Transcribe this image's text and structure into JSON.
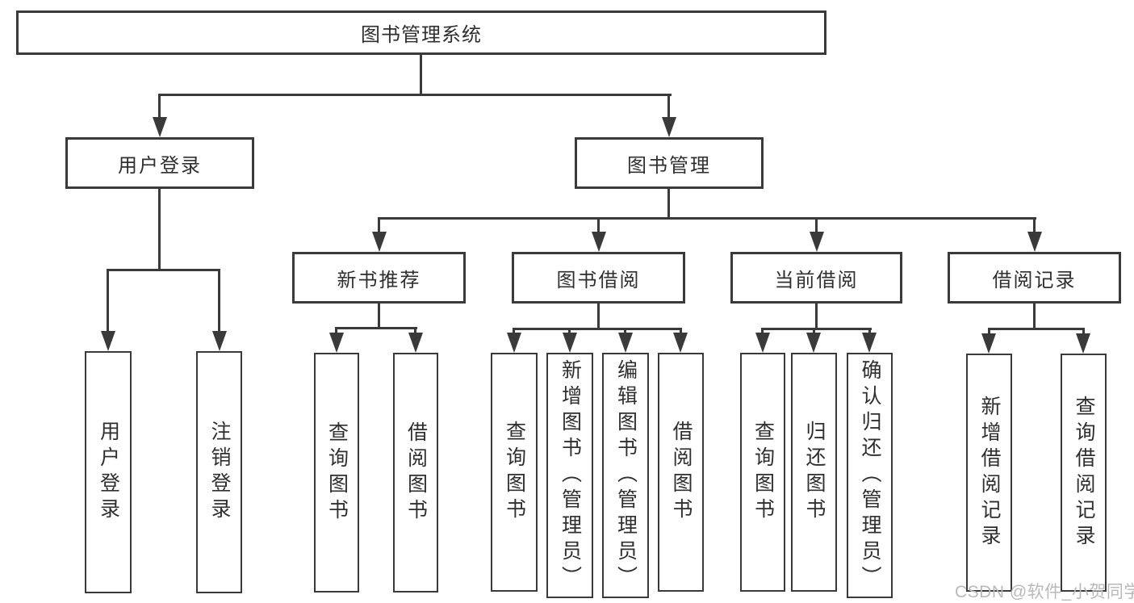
{
  "page": {
    "background": "#ffffff",
    "watermark": "CSDN @软件_小贺同学",
    "colors": {
      "line": "#3a3a3a",
      "box_border": "#3a3a3a",
      "text": "#2f2f2f",
      "watermark": "#b9b9b9"
    }
  },
  "tree": {
    "root": {
      "label": "图书管理系统"
    },
    "level2": [
      {
        "label": "用户登录"
      },
      {
        "label": "图书管理"
      }
    ],
    "level3": [
      {
        "label": "新书推荐"
      },
      {
        "label": "图书借阅"
      },
      {
        "label": "当前借阅"
      },
      {
        "label": "借阅记录"
      }
    ],
    "leaves": {
      "user_login": [
        {
          "label": "用户登录"
        },
        {
          "label": "注销登录"
        }
      ],
      "new_book_recommend": [
        {
          "label": "查询图书"
        },
        {
          "label": "借阅图书"
        }
      ],
      "book_borrow": [
        {
          "label": "查询图书"
        },
        {
          "label": "新增图书（管理员）"
        },
        {
          "label": "编辑图书（管理员）"
        },
        {
          "label": "借阅图书"
        }
      ],
      "current_borrow": [
        {
          "label": "查询图书"
        },
        {
          "label": "归还图书"
        },
        {
          "label": "确认归还（管理员）"
        }
      ],
      "borrow_records": [
        {
          "label": "新增借阅记录"
        },
        {
          "label": "查询借阅记录"
        }
      ]
    }
  }
}
